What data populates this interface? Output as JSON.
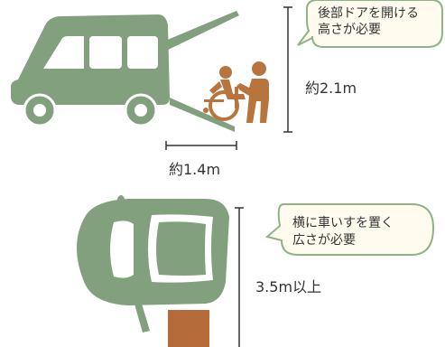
{
  "colors": {
    "car": "#82a07e",
    "car_light": "#ffffff",
    "person": "#b7753d",
    "bubble_fill": "#fffcef",
    "bubble_border": "#8fb286",
    "line": "#333333",
    "box": "#b56a3a"
  },
  "side_view": {
    "bubble_line1": "後部ドアを開ける",
    "bubble_line2": "高さが必要",
    "height_label": "約2.1m",
    "width_label": "約1.4m"
  },
  "top_view": {
    "bubble_line1": "横に車いすを置く",
    "bubble_line2": "広さが必要",
    "length_label": "3.5m以上"
  },
  "icons": [
    "van-icon",
    "wheelchair-user-icon",
    "ramp-icon",
    "car-top-icon",
    "wheelchair-space-box"
  ]
}
